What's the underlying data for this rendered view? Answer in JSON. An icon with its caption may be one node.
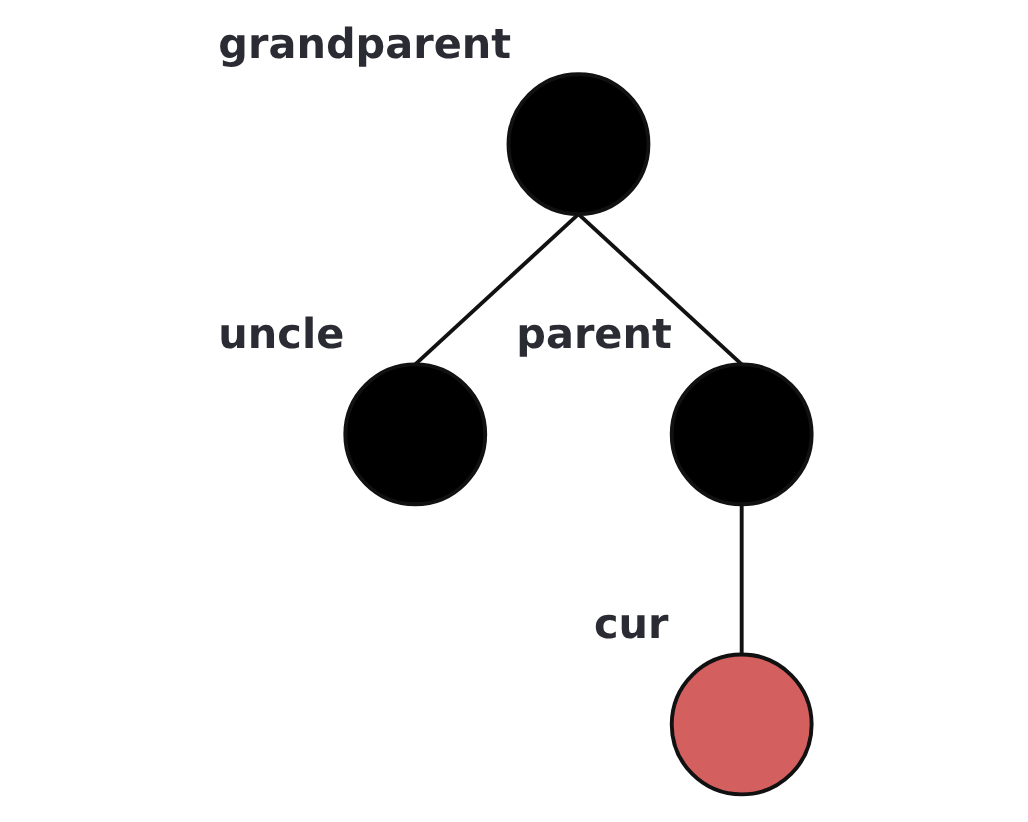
{
  "diagram": {
    "nodes": [
      {
        "text": [],
        "shape": "circle",
        "beside": [
          "grandparent"
        ]
      },
      {
        "text": [],
        "shape": "circle",
        "beside": [
          "uncle"
        ]
      },
      {
        "text": [],
        "shape": "circle",
        "beside": [
          "parent"
        ]
      },
      {
        "text": [],
        "shape": "circle",
        "beside": [
          "cur"
        ]
      }
    ],
    "edges": [
      {
        "from": 0,
        "to": 1,
        "arrow": "none"
      },
      {
        "from": 0,
        "to": 2,
        "arrow": "none"
      },
      {
        "from": 2,
        "to": 3,
        "arrow": "none"
      }
    ]
  }
}
